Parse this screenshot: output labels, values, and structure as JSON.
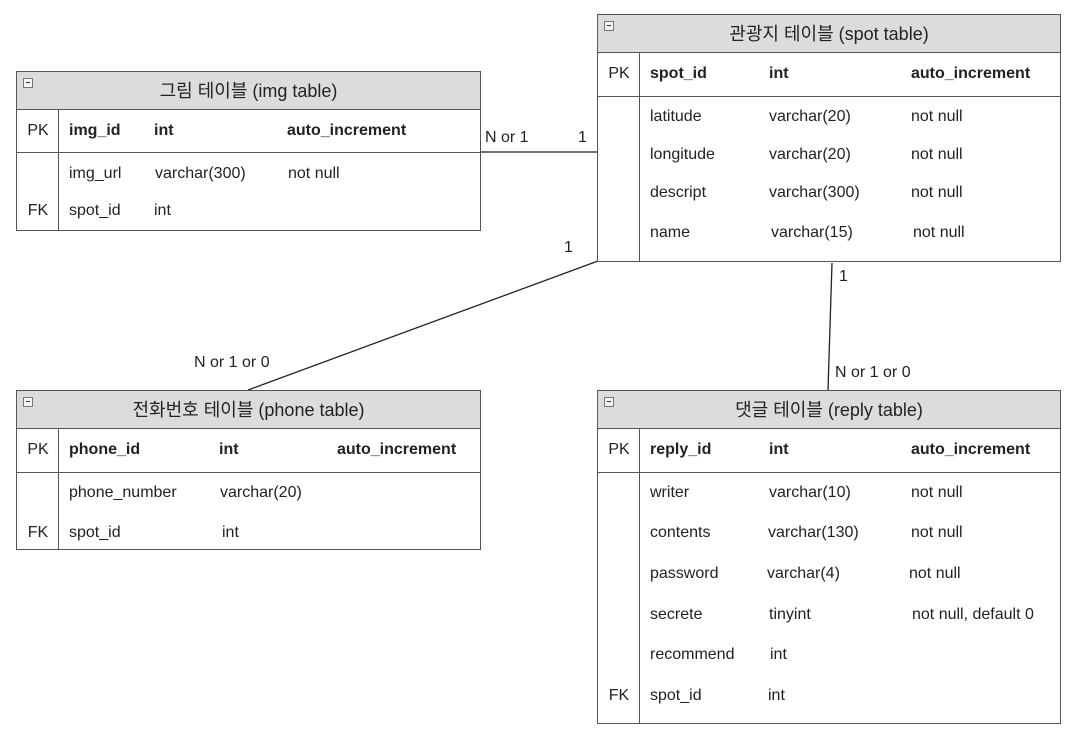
{
  "img_table": {
    "title": "그림 테이블 (img table)",
    "pk": {
      "key": "PK",
      "name": "img_id",
      "type": "int",
      "constraint": "auto_increment"
    },
    "fields": [
      {
        "key": "",
        "name": "img_url",
        "type": "varchar(300)",
        "constraint": "not null"
      },
      {
        "key": "FK",
        "name": "spot_id",
        "type": "int",
        "constraint": ""
      }
    ]
  },
  "spot_table": {
    "title": "관광지 테이블 (spot table)",
    "pk": {
      "key": "PK",
      "name": "spot_id",
      "type": "int",
      "constraint": "auto_increment"
    },
    "fields": [
      {
        "key": "",
        "name": "latitude",
        "type": "varchar(20)",
        "constraint": "not null"
      },
      {
        "key": "",
        "name": "longitude",
        "type": "varchar(20)",
        "constraint": "not null"
      },
      {
        "key": "",
        "name": "descript",
        "type": "varchar(300)",
        "constraint": "not null"
      },
      {
        "key": "",
        "name": "name",
        "type": "varchar(15)",
        "constraint": "not null"
      }
    ]
  },
  "phone_table": {
    "title": "전화번호 테이블 (phone table)",
    "pk": {
      "key": "PK",
      "name": "phone_id",
      "type": "int",
      "constraint": "auto_increment"
    },
    "fields": [
      {
        "key": "",
        "name": "phone_number",
        "type": "varchar(20)",
        "constraint": ""
      },
      {
        "key": "FK",
        "name": "spot_id",
        "type": "int",
        "constraint": ""
      }
    ]
  },
  "reply_table": {
    "title": "댓글 테이블 (reply table)",
    "pk": {
      "key": "PK",
      "name": "reply_id",
      "type": "int",
      "constraint": "auto_increment"
    },
    "fields": [
      {
        "key": "",
        "name": "writer",
        "type": "varchar(10)",
        "constraint": "not null"
      },
      {
        "key": "",
        "name": "contents",
        "type": "varchar(130)",
        "constraint": "not null"
      },
      {
        "key": "",
        "name": "password",
        "type": "varchar(4)",
        "constraint": "not null"
      },
      {
        "key": "",
        "name": "secrete",
        "type": "tinyint",
        "constraint": "not null, default 0"
      },
      {
        "key": "",
        "name": "recommend",
        "type": "int",
        "constraint": ""
      },
      {
        "key": "FK",
        "name": "spot_id",
        "type": "int",
        "constraint": ""
      }
    ]
  },
  "relations": {
    "img_spot": {
      "from_label": "N or 1",
      "to_label": "1"
    },
    "phone_spot": {
      "from_label": "N or 1 or 0",
      "to_label": "1"
    },
    "reply_spot": {
      "from_label": "N or 1 or 0",
      "to_label": "1"
    }
  },
  "colors": {
    "header": "#dcdcdc",
    "border": "#555555",
    "line": "#222222"
  }
}
